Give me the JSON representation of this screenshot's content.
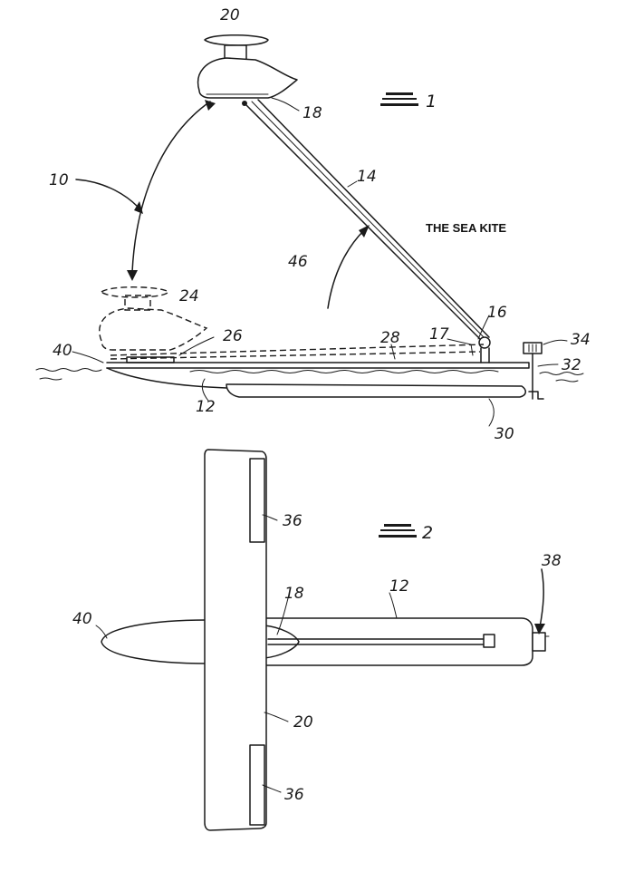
{
  "title": "THE SEA KITE",
  "figures": {
    "fig1": {
      "label": "1"
    },
    "fig2": {
      "label": "2"
    }
  },
  "refs": {
    "r10": "10",
    "r12": "12",
    "r14": "14",
    "r16": "16",
    "r17": "17",
    "r18": "18",
    "r20": "20",
    "r24": "24",
    "r26": "26",
    "r28": "28",
    "r30": "30",
    "r32": "32",
    "r34": "34",
    "r36": "36",
    "r38": "38",
    "r40": "40",
    "r46": "46"
  }
}
